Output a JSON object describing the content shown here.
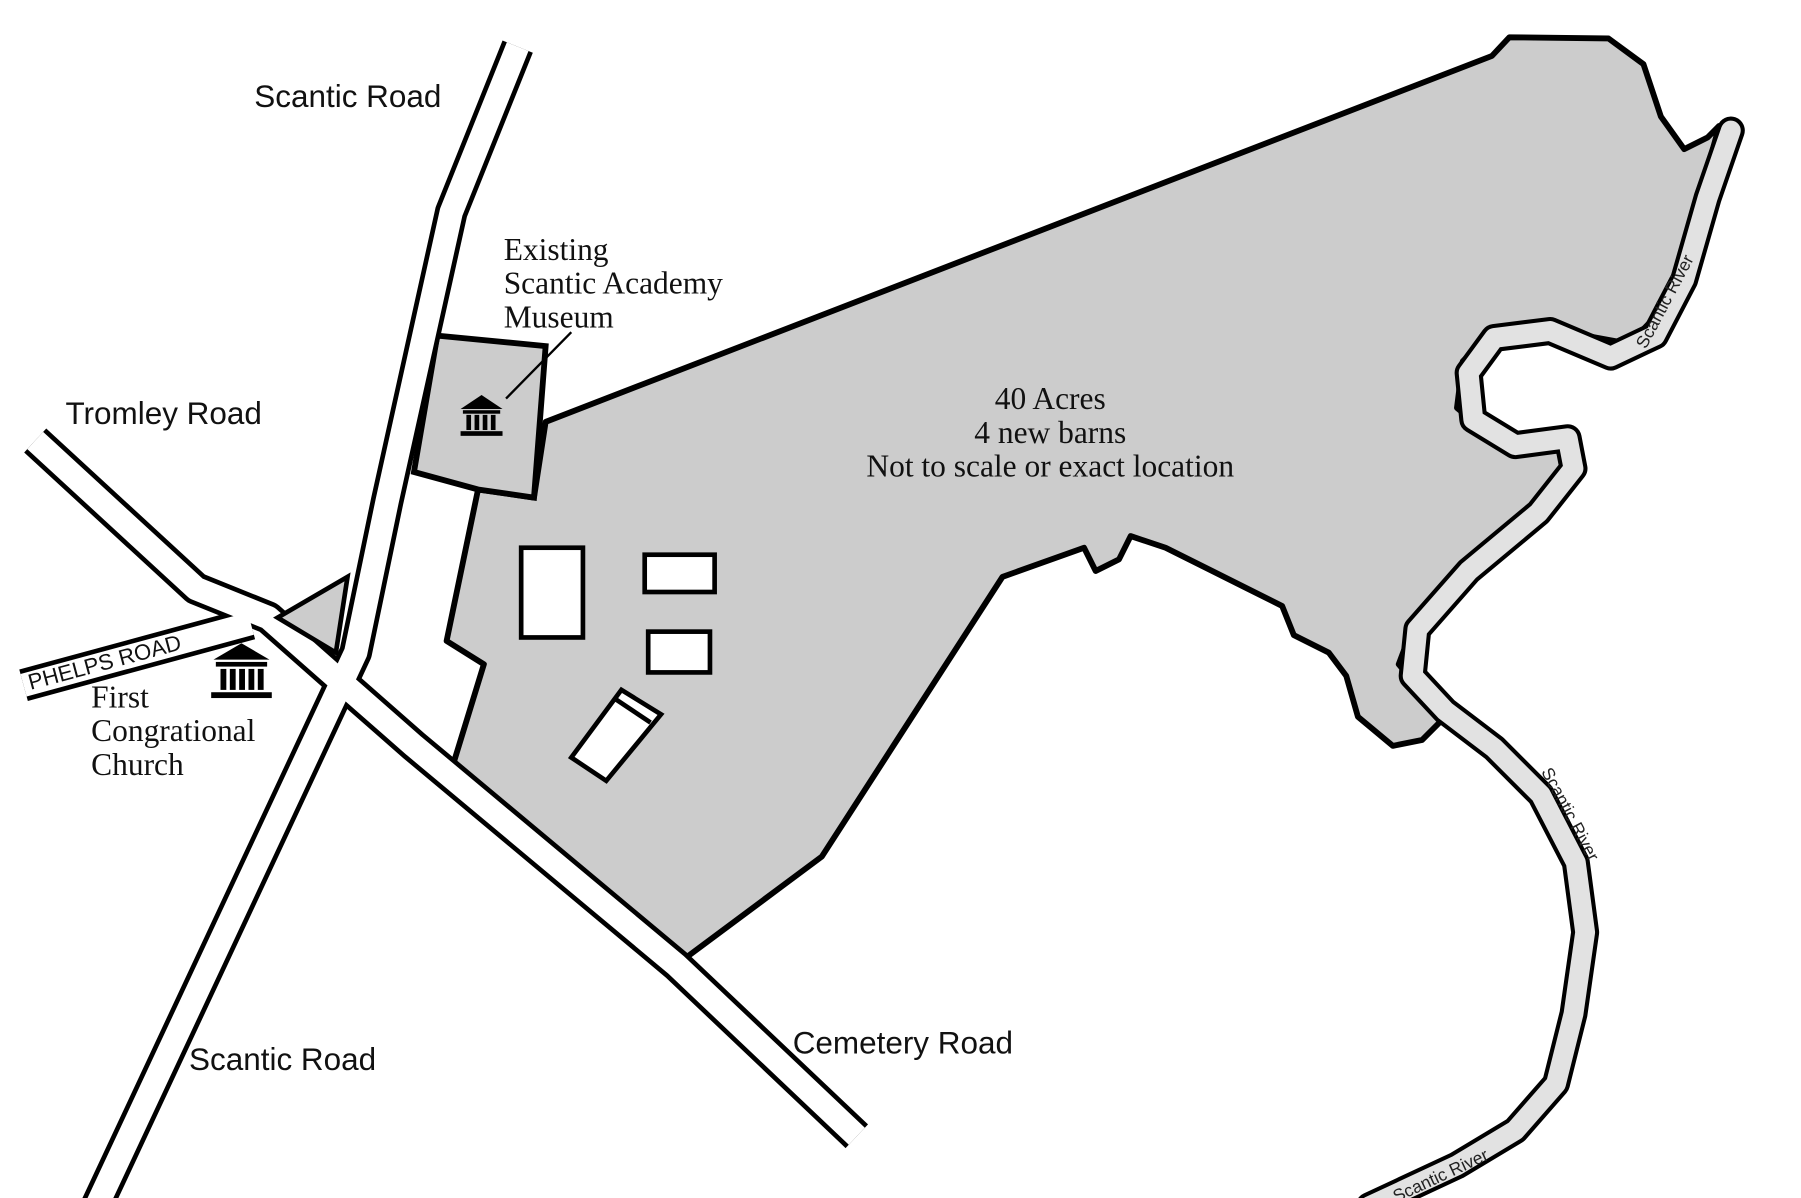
{
  "colors": {
    "parcel": "#cccccc",
    "road_edge": "#000000",
    "river": "#e2e2e2"
  },
  "roads": {
    "scantic_north": "Scantic Road",
    "scantic_south": "Scantic Road",
    "tromley": "Tromley Road",
    "phelps": "PHELPS ROAD",
    "cemetery": "Cemetery Road"
  },
  "landmarks": {
    "museum": [
      "Existing",
      "Scantic Academy",
      "Museum"
    ],
    "church": [
      "First",
      "Congrational",
      "Church"
    ]
  },
  "parcel": {
    "lines": [
      "40 Acres",
      "4 new barns",
      "Not to scale or exact location"
    ]
  },
  "river": {
    "labels": [
      "Scantic River",
      "Scantic River",
      "Scantic River"
    ]
  },
  "icons": {
    "museum": "museum-building-icon",
    "church": "church-building-icon"
  }
}
